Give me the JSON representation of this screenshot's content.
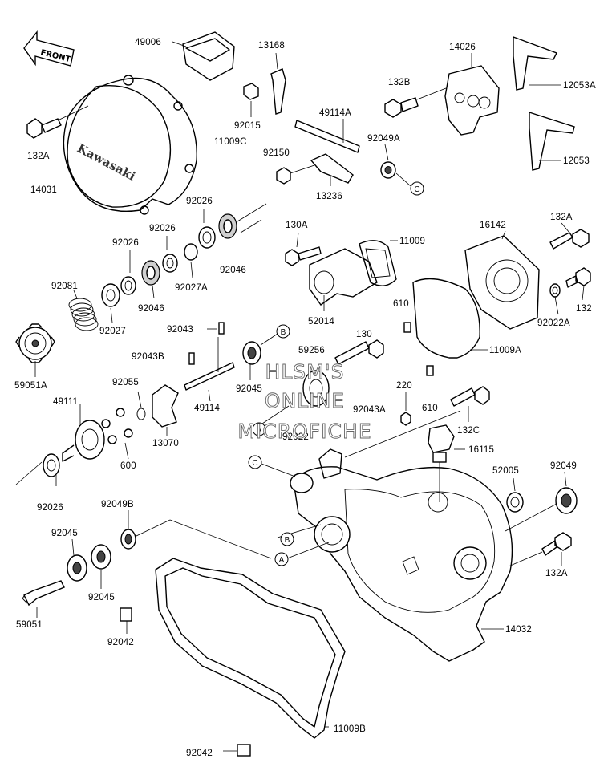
{
  "labels": {
    "l49006": "49006",
    "l13168": "13168",
    "l14026": "14026",
    "l12053A": "12053A",
    "l132B": "132B",
    "l92015": "92015",
    "l49114A": "49114A",
    "l12053": "12053",
    "l11009C": "11009C",
    "l132A_1": "132A",
    "l14031": "14031",
    "l92049A": "92049A",
    "l92150": "92150",
    "l13236": "13236",
    "l92026_1": "92026",
    "l92026_2": "92026",
    "l92026_3": "92026",
    "l92046_1": "92046",
    "l92027A": "92027A",
    "l130A": "130A",
    "l11009_1": "11009",
    "l16142": "16142",
    "l132A_2": "132A",
    "l92081": "92081",
    "l92046_2": "92046",
    "l92027": "92027",
    "l52014": "52014",
    "l610_1": "610",
    "l132": "132",
    "l92022A": "92022A",
    "l92043": "92043",
    "l130": "130",
    "l59256": "59256",
    "l11009A": "11009A",
    "l92043B": "92043B",
    "l92045_1": "92045",
    "l59051A": "59051A",
    "l92055": "92055",
    "l49114": "49114",
    "l220": "220",
    "l92043A": "92043A",
    "l610_2": "610",
    "l49111": "49111",
    "l92022": "92022",
    "l132C": "132C",
    "l13070": "13070",
    "l600": "600",
    "l16115": "16115",
    "l92026_4": "92026",
    "l52005": "52005",
    "l92049": "92049",
    "l92049B": "92049B",
    "l92045_2": "92045",
    "l132A_3": "132A",
    "l92045_3": "92045",
    "l59051": "59051",
    "l92042_1": "92042",
    "l14032": "14032",
    "l11009B": "11009B",
    "l92042_2": "92042"
  },
  "callouts": {
    "c1": "C",
    "b1": "B",
    "a1": "A",
    "c2": "C",
    "b2": "B",
    "a2": "A"
  },
  "brand": "Kawasaki",
  "front_arrow": "FRONT",
  "watermark": {
    "line1": "HLSM'S",
    "line2": "ONLINE",
    "line3": "MICROFICHE"
  }
}
